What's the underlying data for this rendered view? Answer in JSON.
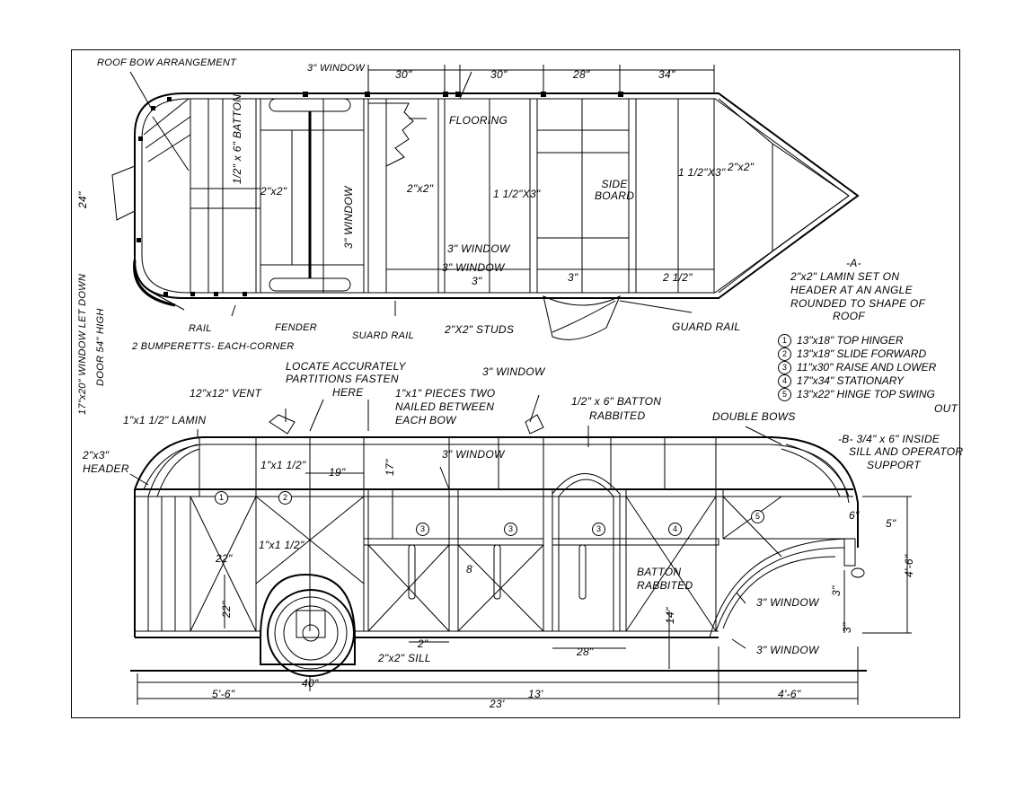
{
  "top_view": {
    "roof_bow": "ROOF  BOW   ARRANGEMENT",
    "window_top": "3\"  WINDOW",
    "dims_top": [
      "30\"",
      "30\"",
      "28\"",
      "34\""
    ],
    "flooring": "FLOORING",
    "batton": "1/2\" x 6\" BATTON",
    "two_by_two_a": "2\"x2\"",
    "two_by_two_b": "2\"x2\"",
    "window_vert": "3\"  WINDOW",
    "one_half_x3_a": "1 1/2\"X3\"",
    "side_board": "SIDE\nBOARD",
    "one_half_x3_b": "1 1/2\"X3\"",
    "two_by_two_c": "2\"x2\"",
    "window_mid_1": "3\"  WINDOW",
    "window_mid_2": "3\"  WINDOW",
    "dim_3a": "3\"",
    "dim_3b": "3\"",
    "dim_2half": "2 1/2\"",
    "dim_24": "24\"",
    "rail": "RAIL",
    "fender": "FENDER",
    "suard_rail": "SUARD  RAIL",
    "studs": "2\"X2\"  STUDS",
    "guard_rail": "GUARD  RAIL",
    "bumperetts": "2 BUMPERETTS- EACH-CORNER",
    "window_let_down": "17\"x20\" WINDOW LET DOWN",
    "door": "DOOR  54\"  HIGH"
  },
  "note_a": {
    "title": "-A-",
    "lines": [
      "2\"x2\"    LAMIN  SET ON",
      "HEADER  AT AN ANGLE",
      "ROUNDED  TO SHAPE   OF",
      "ROOF"
    ]
  },
  "legend": [
    {
      "num": "1",
      "text": "13\"x18\"   TOP  HINGER"
    },
    {
      "num": "2",
      "text": "13\"x18\"   SLIDE  FORWARD"
    },
    {
      "num": "3",
      "text": "11\"x30\"   RAISE  AND  LOWER"
    },
    {
      "num": "4",
      "text": "17\"x34\"    STATIONARY"
    },
    {
      "num": "5",
      "text": "13\"x22\"   HINGE  TOP  SWING"
    }
  ],
  "legend_out": "OUT",
  "note_b": {
    "lines": [
      "-B-  3/4\" x 6\" INSIDE",
      "SILL  AND  OPERATOR",
      "SUPPORT"
    ]
  },
  "side_view": {
    "locate": [
      "LOCATE   ACCURATELY",
      "PARTITIONS   FASTEN",
      "HERE"
    ],
    "vent": "12\"x12\"  VENT",
    "pieces": [
      "1\"x1\"  PIECES  TWO",
      "NAILED  BETWEEN",
      "EACH  BOW"
    ],
    "window_top": "3\"  WINDOW",
    "batton_rabbited": [
      "1/2\" x 6\"  BATTON",
      "RABBITED"
    ],
    "double_bows": "DOUBLE   BOWS",
    "lamin": "1\"x1 1/2\" LAMIN",
    "header": [
      "2\"x3\"",
      "HEADER"
    ],
    "one_x_one_half_a": "1\"x1 1/2\"",
    "dim_19": "19\"",
    "dim_17": "17\"",
    "window_mid": "3\"  WINDOW",
    "one_x_one_half_b": "1\"x1 1/2\"",
    "dim_22a": "22\"",
    "dim_22b": "22\"",
    "dim_8": "8",
    "batton_rabbited_2": [
      "BATTON",
      "RABBITED"
    ],
    "window_right_1": "3\"  WINDOW",
    "window_right_2": "3\"  WINDOW",
    "dim_6": "6\"",
    "dim_5": "5\"",
    "dim_46": "4'-6\"",
    "dim_3c": "3\"",
    "dim_3d": "3\"",
    "dim_14": "14\"",
    "dim_2": "2\"",
    "sill": "2\"x2\" SILL",
    "dim_28": "28\"",
    "dim_40": "40\"",
    "dim_56": "5'-6\"",
    "dim_13": "13'",
    "dim_46b": "4'-6\"",
    "dim_23": "23'",
    "window_numbers": [
      "1",
      "2",
      "3",
      "3",
      "3",
      "4",
      "5"
    ]
  }
}
